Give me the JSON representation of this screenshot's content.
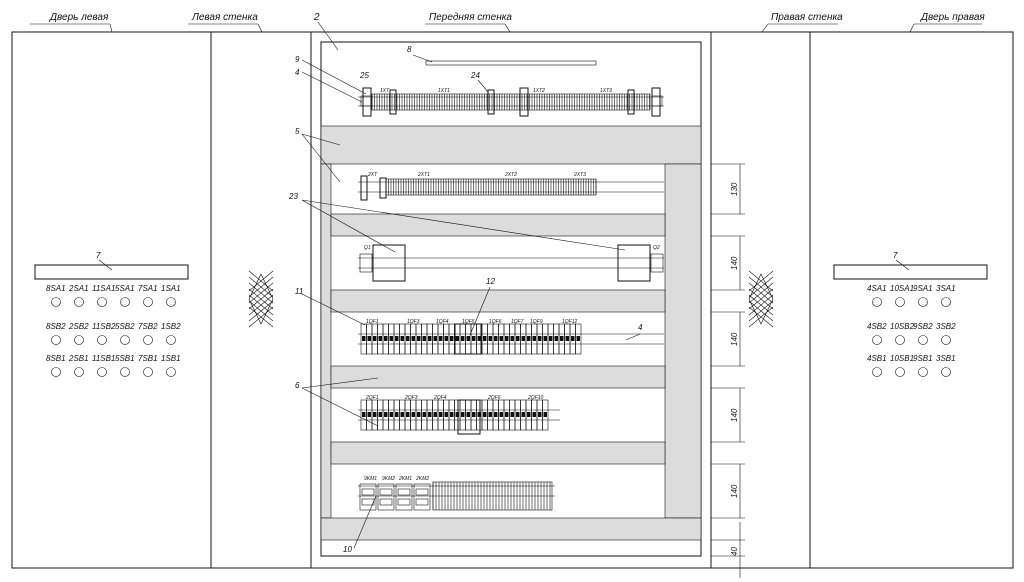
{
  "headers": {
    "left_door": "Дверь левая",
    "left_wall": "Левая стенка",
    "ref_2": "2",
    "front_wall": "Передняя стенка",
    "right_wall": "Правая стенка",
    "right_door": "Дверь правая"
  },
  "callouts": [
    "9",
    "4",
    "25",
    "8",
    "24",
    "5",
    "23",
    "11",
    "12",
    "4",
    "6",
    "10"
  ],
  "left_door": {
    "panel_ref": "7",
    "rows": [
      [
        "8SA1",
        "2SA1",
        "11SA1",
        "5SA1",
        "7SA1",
        "1SA1"
      ],
      [
        "8SB2",
        "2SB2",
        "11SB2",
        "5SB2",
        "7SB2",
        "1SB2"
      ],
      [
        "8SB1",
        "2SB1",
        "11SB1",
        "5SB1",
        "7SB1",
        "1SB1"
      ]
    ]
  },
  "right_door": {
    "panel_ref": "7",
    "rows": [
      [
        "4SA1",
        "10SA1",
        "9SA1",
        "3SA1"
      ],
      [
        "4SB2",
        "10SB2",
        "9SB2",
        "3SB2"
      ],
      [
        "4SB1",
        "10SB1",
        "9SB1",
        "3SB1"
      ]
    ]
  },
  "rail1": {
    "labels": [
      "1XT",
      "1XT1",
      "1XT2",
      "1XT3"
    ]
  },
  "rail2": {
    "labels": [
      "2XT",
      "2XT1",
      "2XT2",
      "2XT3"
    ]
  },
  "rail3": {
    "labels": [
      "Q1",
      "Q2"
    ]
  },
  "rail4": {
    "labels": [
      "1QF1",
      "1QF3",
      "1QF4",
      "1QF5",
      "1QF6",
      "1QF7",
      "1QF9",
      "1QF12"
    ]
  },
  "rail5": {
    "labels": [
      "2QF1",
      "2QF3",
      "2QF4",
      "2QF6",
      "2QF10"
    ]
  },
  "rail6": {
    "labels": [
      "9KM1",
      "9KM2",
      "2KM1",
      "2KM2"
    ]
  },
  "dimensions": [
    "130",
    "140",
    "140",
    "140",
    "140",
    "40"
  ]
}
